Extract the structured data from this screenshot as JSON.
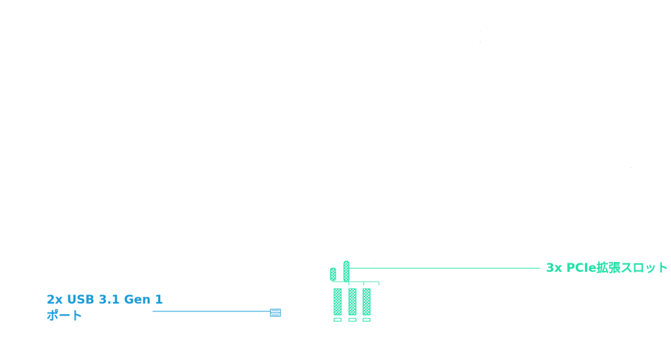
{
  "callouts": {
    "usb": {
      "line1": "2x USB 3.1 Gen 1",
      "line2": "ポート"
    },
    "pcie": {
      "label": "3x PCIe拡張スロット"
    }
  },
  "colors": {
    "usb_accent": "#1a9cd8",
    "pcie_accent": "#1fe0a4",
    "background": "#ffffff"
  }
}
